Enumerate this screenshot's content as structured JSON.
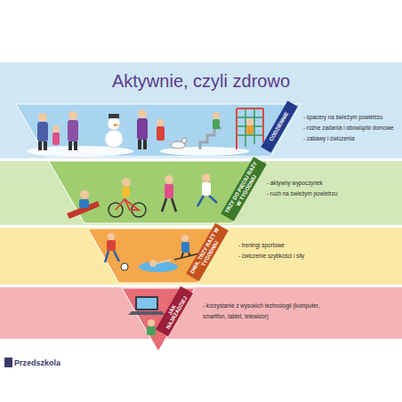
{
  "diagram": {
    "title": "Aktywnie, czyli zdrowo",
    "nodes": [
      {
        "text": [
          "- spacery na świeżym powietrzu",
          "- różne zadania i obowiązki domowe",
          "- zabawy i ćwiczenia"
        ]
      },
      {
        "text": [
          "CODZIENNIE"
        ],
        "in": 0
      },
      {
        "text": [
          "- aktywny wypoczynek",
          "- ruch na świeżym powietrzu"
        ]
      },
      {
        "text": [
          "TRZY DO PIĘCIU RAZY W TYGODNIU"
        ],
        "in": 2
      },
      {
        "text": [
          "- treningi sportowe",
          "- ćwiczenie szybkości i siły"
        ]
      },
      {
        "text": [
          "DWA, TRZY RAZY W TYGODNIU"
        ],
        "in": 4
      },
      {
        "text": [
          "- korzystanie z wysokich technologii (komputer, smartfon, tablet, telewizor)"
        ]
      },
      {
        "text": [
          "JAK NAJRZADZIEJ"
        ],
        "in": 6
      }
    ],
    "labels": [
      "Przedszkola"
    ]
  }
}
